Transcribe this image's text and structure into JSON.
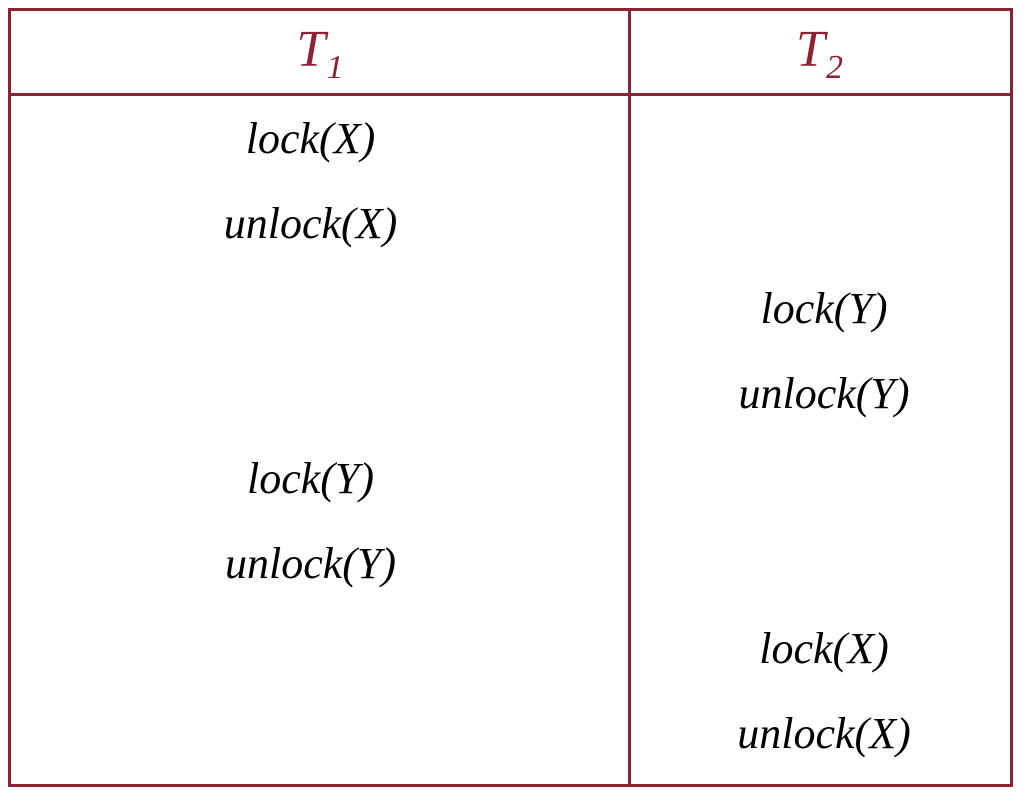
{
  "figure": {
    "kind": "transaction-schedule-table",
    "border_color": "#8B2333",
    "header_text_color": "#8B2333",
    "body_text_color": "#000000",
    "background_color": "#ffffff"
  },
  "columns": [
    {
      "id": "T1",
      "base": "T",
      "subscript": "1",
      "label": "T1"
    },
    {
      "id": "T2",
      "base": "T",
      "subscript": "2",
      "label": "T2"
    }
  ],
  "schedule": {
    "slot_count": 8,
    "rows": [
      {
        "index": 0,
        "T1": "lock(X)",
        "T2": ""
      },
      {
        "index": 1,
        "T1": "unlock(X)",
        "T2": ""
      },
      {
        "index": 2,
        "T1": "",
        "T2": "lock(Y)"
      },
      {
        "index": 3,
        "T1": "",
        "T2": "unlock(Y)"
      },
      {
        "index": 4,
        "T1": "lock(Y)",
        "T2": ""
      },
      {
        "index": 5,
        "T1": "unlock(Y)",
        "T2": ""
      },
      {
        "index": 6,
        "T1": "",
        "T2": "lock(X)"
      },
      {
        "index": 7,
        "T1": "",
        "T2": "unlock(X)"
      }
    ]
  },
  "columnOperations": {
    "T1": [
      "lock(X)",
      "unlock(X)",
      "lock(Y)",
      "unlock(Y)"
    ],
    "T2": [
      "lock(Y)",
      "unlock(Y)",
      "lock(X)",
      "unlock(X)"
    ]
  }
}
